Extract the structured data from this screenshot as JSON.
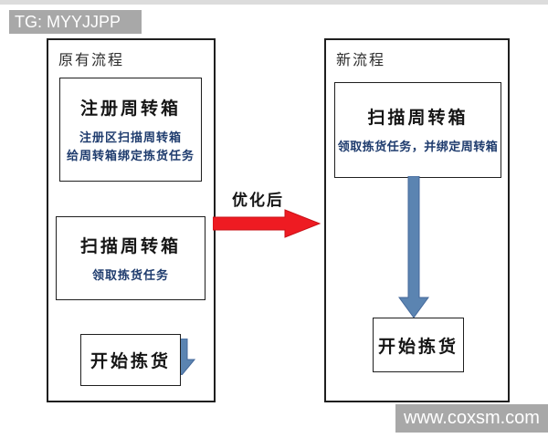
{
  "watermarks": {
    "top": "TG: MYYJJPP",
    "bottom": "www.coxsm.com"
  },
  "colors": {
    "banner_gray": "#a8a8a8",
    "arrow_blue": "#5b84b1",
    "arrow_blue_edge": "#45699b",
    "arrow_red": "#ee1b22",
    "subtitle_navy": "#1f3c6e",
    "box_border": "#1f1f1f"
  },
  "diagram": {
    "left_panel": {
      "label": "原有流程",
      "nodes": [
        {
          "title": "注册周转箱",
          "subtitle_line1": "注册区扫描周转箱",
          "subtitle_line2": "给周转箱绑定拣货任务"
        },
        {
          "title": "扫描周转箱",
          "subtitle_line1": "领取拣货任务"
        },
        {
          "title": "开始拣货"
        }
      ]
    },
    "transition": {
      "label": "优化后"
    },
    "right_panel": {
      "label": "新流程",
      "nodes": [
        {
          "title": "扫描周转箱",
          "subtitle_line1": "领取拣货任务，并绑定周转箱"
        },
        {
          "title": "开始拣货"
        }
      ]
    }
  }
}
